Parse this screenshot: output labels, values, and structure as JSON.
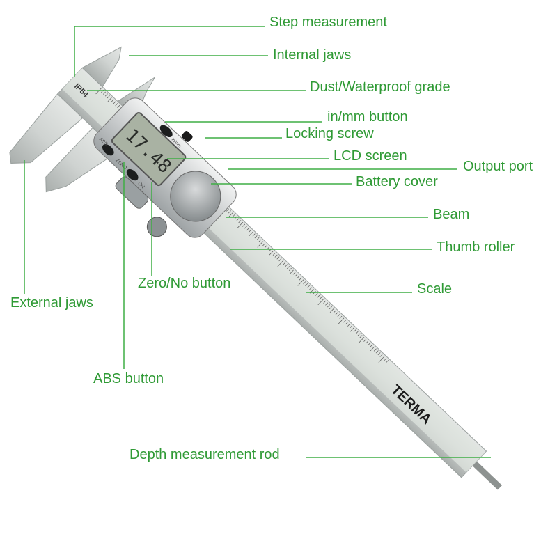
{
  "labels": {
    "step_measurement": "Step measurement",
    "internal_jaws": "Internal jaws",
    "dust_waterproof_grade": "Dust/Waterproof grade",
    "in_mm_button": "in/mm button",
    "locking_screw": "Locking screw",
    "lcd_screen": "LCD screen",
    "output_port": "Output port",
    "battery_cover": "Battery cover",
    "beam": "Beam",
    "thumb_roller": "Thumb roller",
    "zero_no_button": "Zero/No button",
    "scale": "Scale",
    "external_jaws": "External jaws",
    "abs_button": "ABS button",
    "depth_measurement_rod": "Depth measurement rod"
  },
  "device": {
    "ip_rating": "IP54",
    "lcd_reading": "17.48",
    "abs_label": "ABS",
    "zero_label": "ZERO",
    "on_label": "ON",
    "inmm_label": "in/mm",
    "brand": "TERMA"
  },
  "colors": {
    "label": "#2f9a35",
    "leader": "#3fae45",
    "steel": "#c9cdcb"
  }
}
